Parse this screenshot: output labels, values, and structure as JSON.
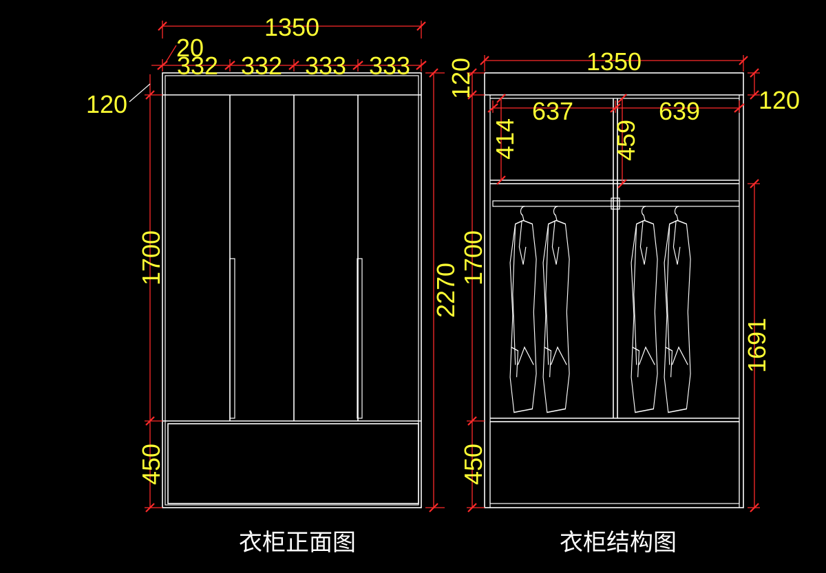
{
  "front_view": {
    "caption": "衣柜正面图",
    "total_width": "1350",
    "side_thickness": "20",
    "door_widths": [
      "332",
      "332",
      "333",
      "333"
    ],
    "top_height": "120",
    "door_height": "1700",
    "base_height": "450",
    "total_height": "2270"
  },
  "structure_view": {
    "caption": "衣柜结构图",
    "total_width": "1350",
    "top_height_left": "120",
    "top_height_right": "120",
    "compartment_widths": [
      "637",
      "639"
    ],
    "shelf_heights": [
      "414",
      "459"
    ],
    "body_height": "1700",
    "hanging_height": "1691",
    "base_height": "450"
  },
  "colors": {
    "lines": "#ffffff",
    "dimension_lines": "#ff2a2a",
    "dimension_text": "#ffff33",
    "background": "#000000"
  }
}
